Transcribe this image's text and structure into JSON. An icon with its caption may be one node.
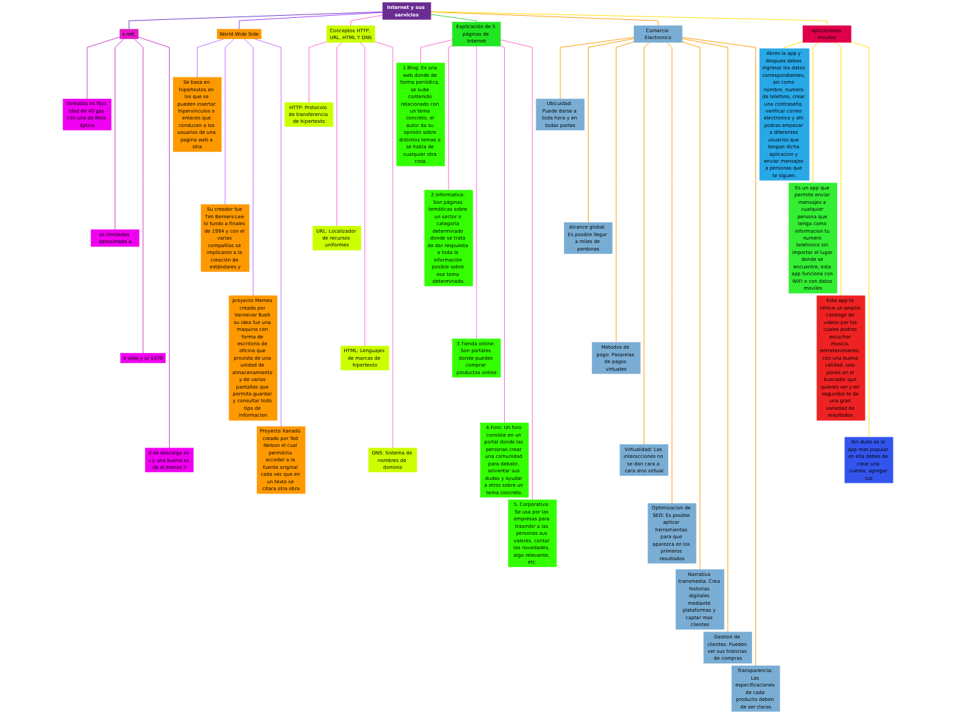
{
  "diagram": {
    "nodes": [
      {
        "text": [
          "Internet y sus servicios"
        ]
      },
      {
        "text": [
          "s net."
        ]
      },
      {
        "text": [
          "llamadas es fijos idad de 40 gas con una de fibra óptica"
        ]
      },
      {
        "text": [
          "as ilimitadas aproximada a"
        ]
      },
      {
        "text": [
          "a viles y or $470"
        ]
      },
      {
        "text": [
          "d de descarga es s y una buena es de al menos 3"
        ]
      },
      {
        "text": [
          "World Wide Side"
        ]
      },
      {
        "text": [
          "Se basa en hipertextos en los que se pueden insertar hipervinculos o enlaces que conducen a los usuarios de una pagina web a otra"
        ]
      },
      {
        "text": [
          "Su creador fue Tim Berners-Lee lo fundo a finales de 1994 y con el varias compañías se implicaron a la creación de estándares y"
        ]
      },
      {
        "text": [
          "proyecto Memex creado por Vannevar Bush su idea fue una maquina con forma de escritorio de oficina que provista de una unidad de almacenamiento y de varias pantallas que permita guardar y consultar todo tipo de informacion"
        ]
      },
      {
        "text": [
          "Proyecto Xanadú creado por Ted Nelson el cual permitiria acceder a la fuente original cada vez que en un texto se citara otra obra"
        ]
      },
      {
        "text": [
          "Conceptos HTTP, URL, HTML Y DNS"
        ]
      },
      {
        "text": [
          "HTTP: Protocolo de transferencia de hipertexto"
        ]
      },
      {
        "text": [
          "URL: Localizador de recursos uniformes"
        ]
      },
      {
        "text": [
          "HTML: Lenguajes de marcas de hipertexto"
        ]
      },
      {
        "text": [
          "DNS: Sistema de nombres de dominio"
        ]
      },
      {
        "text": [
          "Explicación de 5 páginas de Internet"
        ]
      },
      {
        "text": [
          "1.Blog: Es una web donde de forma periódica, se sube contenido relacionado con un tema concreto, el autor da su opinión sobre distintos temas o se habla de cualquier otra cosa."
        ]
      },
      {
        "text": [
          "2.Informativa: Son páginas temáticas sobre un sector o categoría determinado donde se trata de dar respuesta a toda la información posible sobre ese tema determinado."
        ]
      },
      {
        "text": [
          "3.Tienda online: Son portales donde puedes comprar productos online"
        ]
      },
      {
        "text": [
          "4.Foro: Un foro consiste en un portal donde las personas crear una comunidad para debatir, solventar sus dudas y ayudar a otros sobre un tema concreto."
        ]
      },
      {
        "text": [
          "5. Corporativa: Se usa por las empresas para trasmitir a las personas sus valores, contar las novedades, algo relevante, etc."
        ]
      },
      {
        "text": [
          "Comercio Electronico"
        ]
      },
      {
        "text": [
          "Ubicuidad: Puede darse a toda hora y en todas partes"
        ]
      },
      {
        "text": [
          "Alcance global: Es posible llegar a miles de perdonas"
        ]
      },
      {
        "text": [
          "Metodos de pago: Pasarelas de pagos virtuales"
        ]
      },
      {
        "text": [
          "Virtualidad: Las interacciones no se dan cara a cara sino virtual"
        ]
      },
      {
        "text": [
          "Optimizacion de SEO: Es posible aplicar herramientas para que aparezca en los primeros resultados"
        ]
      },
      {
        "text": [
          "Narrativa transmedia: Crea historias digitales mediante plataformas y captar mas clientes"
        ]
      },
      {
        "text": [
          "Gestion de clientes: Pueden ver sus historias de compras"
        ]
      },
      {
        "text": [
          "Transparencia: Las especificaciones de cada producto deben de ser claras"
        ]
      },
      {
        "text": [
          "Aplicaciones moviles"
        ]
      },
      {
        "text": [
          "Abres la app y despues debes ingresar los datos correspondientes, asi como nombre, numero de telefono, crear una contraseña, verificar correo electronico y ahi podras empezar a diferentes usuarios que tengan dicha aplicacion y enviar mensajes a personas que te siguen."
        ]
      },
      {
        "text": [
          "Es un app que permite enviar mensajes a cualquier persona que tenga como informacion tu numero telefonico sin importar el lugar donde se encuentre, esta app funciona con WIFI o con datos moviles"
        ]
      },
      {
        "text": [
          "Esta app te ofrece un amplio catalogo de videos por los cuales podras escuchar musica, entretenimiento, con una buena calidad, solo pones en el buscador que quieres ver y en segundos te da una gran variedad de resultados."
        ]
      },
      {
        "text": [
          "Sin duda es la app mas popular en ella debes de crear una cuenta, agregar tus"
        ]
      }
    ],
    "edges": [
      {
        "from": 0,
        "to": 1,
        "arrow": "none",
        "color": "#6633cc"
      },
      {
        "from": 1,
        "to": 2,
        "arrow": "none",
        "color": "#cc33cc"
      },
      {
        "from": 1,
        "to": 3,
        "arrow": "none",
        "color": "#cc33cc"
      },
      {
        "from": 1,
        "to": 4,
        "arrow": "none",
        "color": "#cc33cc"
      },
      {
        "from": 1,
        "to": 5,
        "arrow": "none",
        "color": "#cc33cc"
      },
      {
        "from": 0,
        "to": 6,
        "arrow": "none",
        "color": "#9933ff"
      },
      {
        "from": 6,
        "to": 7,
        "arrow": "none",
        "color": "#bb66ff"
      },
      {
        "from": 6,
        "to": 8,
        "arrow": "none",
        "color": "#bb66ff"
      },
      {
        "from": 6,
        "to": 9,
        "arrow": "none",
        "color": "#bb66ff"
      },
      {
        "from": 6,
        "to": 10,
        "arrow": "none",
        "color": "#bb66ff"
      },
      {
        "from": 0,
        "to": 11,
        "arrow": "none",
        "color": "#ff66cc"
      },
      {
        "from": 11,
        "to": 12,
        "arrow": "none",
        "color": "#ff66cc"
      },
      {
        "from": 11,
        "to": 13,
        "arrow": "none",
        "color": "#ff66cc"
      },
      {
        "from": 11,
        "to": 14,
        "arrow": "none",
        "color": "#ff66cc"
      },
      {
        "from": 11,
        "to": 15,
        "arrow": "none",
        "color": "#ff66cc"
      },
      {
        "from": 0,
        "to": 16,
        "arrow": "none",
        "color": "#33cc33"
      },
      {
        "from": 16,
        "to": 17,
        "arrow": "none",
        "color": "#ff66cc"
      },
      {
        "from": 16,
        "to": 18,
        "arrow": "none",
        "color": "#ff66cc"
      },
      {
        "from": 16,
        "to": 19,
        "arrow": "none",
        "color": "#ff66cc"
      },
      {
        "from": 16,
        "to": 20,
        "arrow": "none",
        "color": "#ff66cc"
      },
      {
        "from": 16,
        "to": 21,
        "arrow": "none",
        "color": "#ff66cc"
      },
      {
        "from": 0,
        "to": 22,
        "arrow": "none",
        "color": "#ff9900"
      },
      {
        "from": 22,
        "to": 23,
        "arrow": "none",
        "color": "#ff9900"
      },
      {
        "from": 22,
        "to": 24,
        "arrow": "none",
        "color": "#ff9900"
      },
      {
        "from": 22,
        "to": 25,
        "arrow": "none",
        "color": "#ff9900"
      },
      {
        "from": 22,
        "to": 26,
        "arrow": "none",
        "color": "#ff9900"
      },
      {
        "from": 22,
        "to": 27,
        "arrow": "none",
        "color": "#ff9900"
      },
      {
        "from": 22,
        "to": 28,
        "arrow": "none",
        "color": "#ff9900"
      },
      {
        "from": 22,
        "to": 29,
        "arrow": "none",
        "color": "#ff9900"
      },
      {
        "from": 22,
        "to": 30,
        "arrow": "none",
        "color": "#ff9900"
      },
      {
        "from": 0,
        "to": 31,
        "arrow": "none",
        "color": "#ffdd00"
      },
      {
        "from": 31,
        "to": 32,
        "arrow": "none",
        "color": "#ffdd00"
      },
      {
        "from": 31,
        "to": 33,
        "arrow": "none",
        "color": "#ffdd00"
      },
      {
        "from": 31,
        "to": 34,
        "arrow": "none",
        "color": "#ffdd00"
      },
      {
        "from": 31,
        "to": 35,
        "arrow": "none",
        "color": "#ffdd00"
      }
    ]
  }
}
